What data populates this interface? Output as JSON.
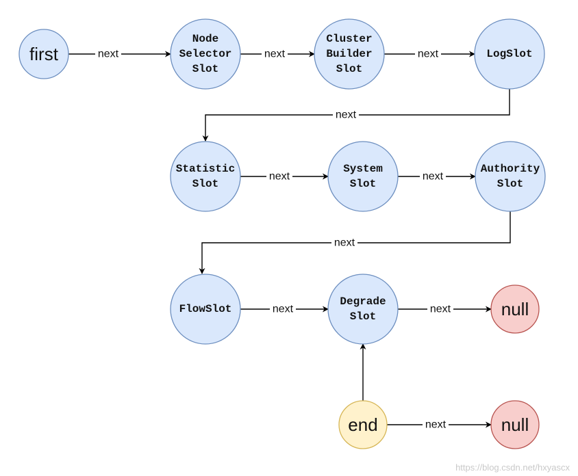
{
  "nodes": {
    "first": [
      "first"
    ],
    "node_selector": [
      "Node",
      "Selector",
      "Slot"
    ],
    "cluster_builder": [
      "Cluster",
      "Builder",
      "Slot"
    ],
    "log": [
      "LogSlot"
    ],
    "statistic": [
      "Statistic",
      "Slot"
    ],
    "system": [
      "System",
      "Slot"
    ],
    "authority": [
      "Authority",
      "Slot"
    ],
    "flow": [
      "FlowSlot"
    ],
    "degrade": [
      "Degrade",
      "Slot"
    ],
    "null_1": [
      "null"
    ],
    "end": [
      "end"
    ],
    "null_2": [
      "null"
    ]
  },
  "edges": [
    {
      "from": "first",
      "to": "node_selector",
      "label": "next"
    },
    {
      "from": "node_selector",
      "to": "cluster_builder",
      "label": "next"
    },
    {
      "from": "cluster_builder",
      "to": "log",
      "label": "next"
    },
    {
      "from": "log",
      "to": "statistic",
      "label": "next"
    },
    {
      "from": "statistic",
      "to": "system",
      "label": "next"
    },
    {
      "from": "system",
      "to": "authority",
      "label": "next"
    },
    {
      "from": "authority",
      "to": "flow",
      "label": "next"
    },
    {
      "from": "flow",
      "to": "degrade",
      "label": "next"
    },
    {
      "from": "degrade",
      "to": "null_1",
      "label": "next"
    },
    {
      "from": "end",
      "to": "degrade",
      "label": ""
    },
    {
      "from": "end",
      "to": "null_2",
      "label": "next"
    }
  ],
  "colors": {
    "slot_fill": "#dae8fc",
    "slot_stroke": "#6c8ebf",
    "null_fill": "#f8cecc",
    "null_stroke": "#b85450",
    "end_fill": "#fff2cc",
    "end_stroke": "#d6b656"
  },
  "watermark": "https://blog.csdn.net/hxyascx"
}
